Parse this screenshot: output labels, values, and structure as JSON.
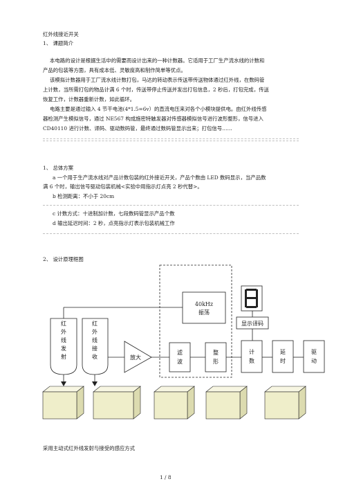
{
  "doc": {
    "title": "红外线接近开关",
    "sec1_heading": "1、 课题简介",
    "p1": [
      "本电路的设计是根据生活中的需要而设计出来的一种计数器。它适用于工厂生产流水线的计数和",
      "产品的包装等方面，具有成本低、灵敏度高和制作简单等优点。"
    ],
    "p2": [
      "该模拟计数器用于工厂流水线计数打包，马达的转动表示传送带传送物体通过红外线，在数码管",
      "上计数，当所需打包的物品计满 6 个时，传送带停止传送并发出打包信息，2 秒后，打包完成，传送",
      "恢复工作，计数器重新计数，如此循环。"
    ],
    "p3": [
      "电路主要是通过输入 4 节干电池(4*1.5=6v）的直流电压来对各个小模块提供电。由红外线传感",
      "器检测产生模拟信号，通过 NE567 构成施密特触发器对传感器模拟信号进行波形整形，信号进入",
      "CD40110 进行计数、译码、驱动数码管，最终通过数码管显示出来；打包信号……"
    ],
    "sec_overview_heading": "1、 总体方案",
    "a_lines": [
      "a 一个用于生产流水线对产品计数包装的红外接近开关，产品个数由 LED 数码显示，当产品数",
      "满 6 个时，输出信号驱动包装机械<实验中用指示灯点亮 2 秒代替>。"
    ],
    "b_line": "b 检测距离：不小于 20cm",
    "c_line": "c 计数方式：十进制加计数，七段数码管显示产品个数",
    "d_line": "d 输出延迟时间：2 秒，点亮指示灯表示包装机械工作",
    "sec2_heading": "2、 设计原理框图",
    "caption": "采用主动式红外线发射与接受的感应方式",
    "page_num": "1 / 8"
  },
  "diagram": {
    "osc": [
      "40kHz",
      "振荡"
    ],
    "display_decode": "显示译码",
    "digit": "8",
    "emitter": [
      "红",
      "外",
      "线",
      "发",
      "射"
    ],
    "receiver": [
      "红",
      "外",
      "线",
      "接",
      "收"
    ],
    "amp": "放大",
    "filter": [
      "滤",
      "波"
    ],
    "shaper": [
      "整",
      "形"
    ],
    "counter": [
      "计",
      "数"
    ],
    "delay": [
      "延",
      "时"
    ],
    "driver": [
      "驱",
      "动"
    ]
  },
  "colors": {
    "modules": "#efeeca",
    "line": "#222222",
    "rule": "#bfbfbf"
  }
}
